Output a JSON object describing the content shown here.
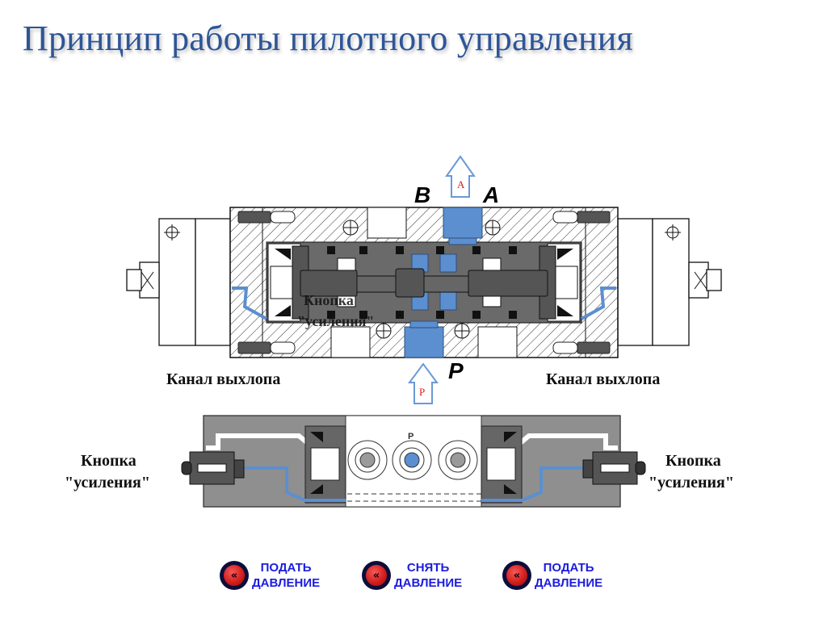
{
  "title": "Принцип работы пилотного управления",
  "top_diagram": {
    "port_labels": {
      "b": "B",
      "a": "A",
      "p": "P"
    },
    "arrow_up_label": "A",
    "arrow_in_label": "P",
    "overlay_text_line1": "Кнопка",
    "overlay_text_line2": "\"усиления\"",
    "exhaust_left": "Канал выхлопа",
    "exhaust_right": "Канал выхлопа"
  },
  "bottom_diagram": {
    "port_label": "P",
    "left_button_line1": "Кнопка",
    "left_button_line2": "\"усиления\"",
    "right_button_line1": "Кнопка",
    "right_button_line2": "\"усиления\""
  },
  "controls": [
    {
      "line1": "ПОДАТЬ",
      "line2": "ДАВЛЕНИЕ",
      "icon": "rewind-icon"
    },
    {
      "line1": "СНЯТЬ",
      "line2": "ДАВЛЕНИЕ",
      "icon": "rewind-icon"
    },
    {
      "line1": "ПОДАТЬ",
      "line2": "ДАВЛЕНИЕ",
      "icon": "rewind-icon"
    }
  ],
  "colors": {
    "title": "#2e5597",
    "air_blue": "#5b8fd0",
    "spool_gray": "#555555",
    "button_text": "#1c1ce0",
    "button_red": "#d41e1e"
  }
}
